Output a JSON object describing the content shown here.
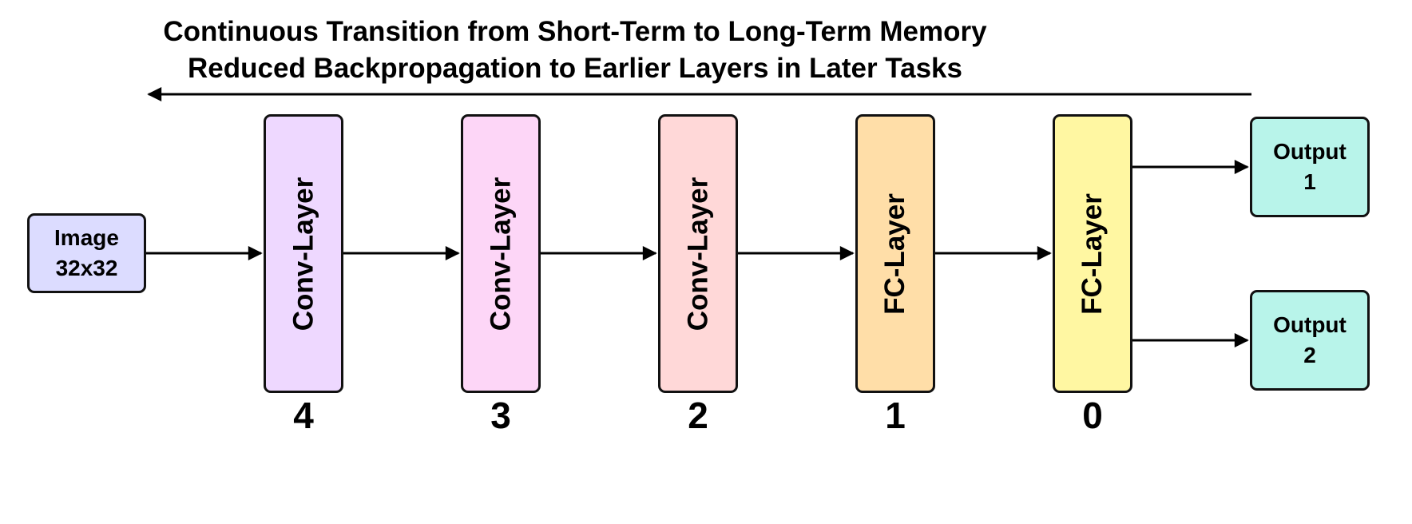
{
  "title": {
    "line1": "Continuous Transition from Short-Term to Long-Term Memory",
    "line2": "Reduced  Backpropagation  to  Earlier  Layers  in  Later  Tasks"
  },
  "input": {
    "label": "Image\n32x32",
    "color": "#DCDCFF"
  },
  "layers": [
    {
      "label": "Conv-Layer",
      "index": "4",
      "color": "#EED8FF"
    },
    {
      "label": "Conv-Layer",
      "index": "3",
      "color": "#FDD6F7"
    },
    {
      "label": "Conv-Layer",
      "index": "2",
      "color": "#FFD8D8"
    },
    {
      "label": "FC-Layer",
      "index": "1",
      "color": "#FFDEA8"
    },
    {
      "label": "FC-Layer",
      "index": "0",
      "color": "#FFF7A2"
    }
  ],
  "outputs": [
    {
      "label": "Output\n1",
      "color": "#B8F4EA"
    },
    {
      "label": "Output\n2",
      "color": "#B8F4EA"
    }
  ]
}
